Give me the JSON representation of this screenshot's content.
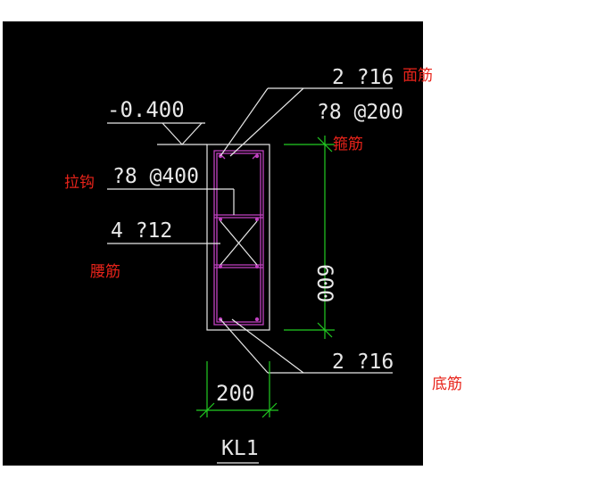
{
  "drawing": {
    "background": "#000000",
    "line_color": "#e8e8e8",
    "rebar_color": "#c040c0",
    "dimension_color": "#22cc22",
    "annotation_color": "#e8231a",
    "elevation": "-0.400",
    "top_bar": "2 ?16",
    "stirrup": "?8 @200",
    "tie_bar": "?8 @400",
    "waist_bar": "4 ?12",
    "bottom_bar": "2 ?16",
    "height_dim": "600",
    "width_dim": "200",
    "beam_label": "KL1"
  },
  "annotations": {
    "top_bar_note": "面筋",
    "stirrup_note": "箍筋",
    "tie_bar_note": "拉钩",
    "waist_bar_note": "腰筋",
    "bottom_bar_note": "底筋"
  }
}
